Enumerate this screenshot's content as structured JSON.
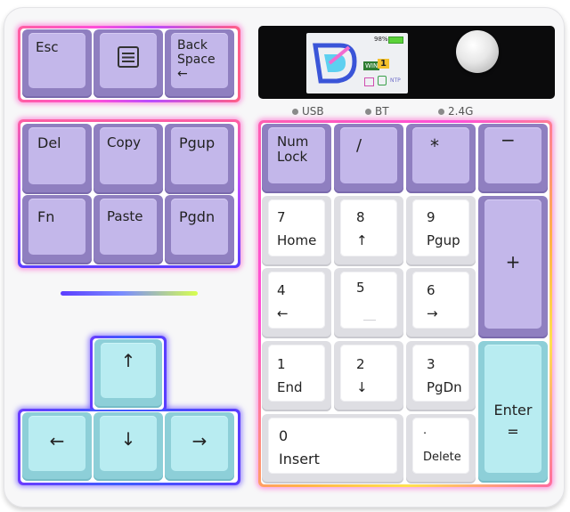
{
  "display": {
    "battery": "98%",
    "mode_a": "WIN",
    "mode_b": "1",
    "mode_c": "NTP"
  },
  "indicators": [
    "USB",
    "BT",
    "2.4G"
  ],
  "colors": {
    "purple_keycap": "#c3b7ea",
    "white_keycap": "#ffffff",
    "cyan_keycap": "#b8ecf1",
    "rgb_underglow": "#ff4fd8"
  },
  "keys": {
    "esc": "Esc",
    "menu": "",
    "backspace": "Back\nSpace\n←",
    "del": "Del",
    "copy": "Copy",
    "pgup": "Pgup",
    "fn": "Fn",
    "paste": "Paste",
    "pgdn": "Pgdn",
    "up": "↑",
    "left": "←",
    "down": "↓",
    "right": "→",
    "numlock": "Num\nLock",
    "divide": "/",
    "multiply": "*",
    "minus": "−",
    "n7": "7\nHome",
    "n8": "8\n↑",
    "n9": "9\nPgup",
    "plus": "+",
    "n4": "4\n←",
    "n5": "5",
    "n6": "6\n→",
    "n1": "1\nEnd",
    "n2": "2\n↓",
    "n3": "3\nPgDn",
    "enter": "Enter\n=",
    "n0": "0\nInsert",
    "decimal": "·\nDelete"
  }
}
